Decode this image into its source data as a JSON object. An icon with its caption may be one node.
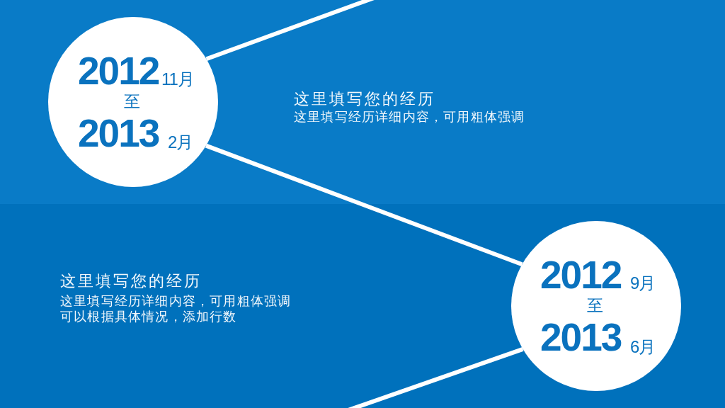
{
  "diagram": {
    "nodes": [
      {
        "text": [
          "2012",
          "11月",
          "至",
          "2013",
          "2月"
        ]
      },
      {
        "text": [
          "2012",
          "9月",
          "至",
          "2013",
          "6月"
        ]
      }
    ],
    "edges": [
      {
        "from": null,
        "to": 0,
        "arrow": "none"
      },
      {
        "from": 0,
        "to": 1,
        "arrow": "none"
      },
      {
        "from": 1,
        "to": null,
        "arrow": "none"
      }
    ],
    "labels": [
      "这里填写您的经历",
      "这里填写经历详细内容，可用粗体强调",
      "这里填写您的经历",
      "这里填写经历详细内容，可用粗体强调",
      "可以根据具体情况，添加行数"
    ]
  }
}
